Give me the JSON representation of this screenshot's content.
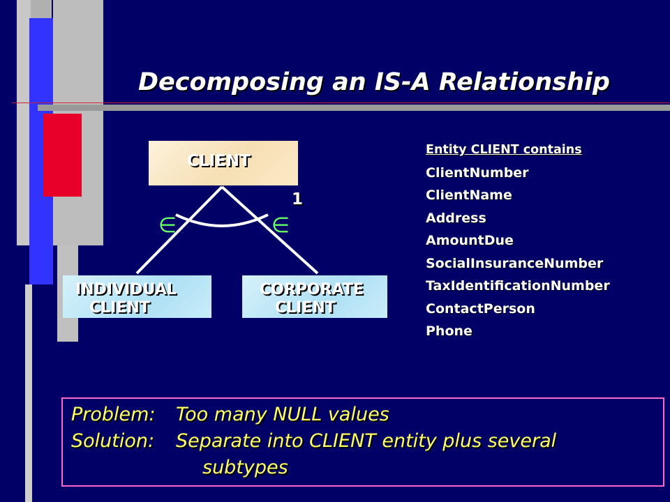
{
  "slide": {
    "title": "Decomposing an IS-A Relationship"
  },
  "diagram": {
    "supertype": "CLIENT",
    "subtypes": [
      {
        "line1": "INDIVIDUAL",
        "line2": "CLIENT"
      },
      {
        "line1": "CORPORATE",
        "line2": "CLIENT"
      }
    ],
    "cardinality": "1",
    "membership_symbol": "∈"
  },
  "attributes": {
    "heading": "Entity CLIENT contains",
    "items": [
      "ClientNumber",
      "ClientName",
      "Address",
      "AmountDue",
      "SocialInsuranceNumber",
      "TaxIdentificationNumber",
      "ContactPerson",
      "Phone"
    ]
  },
  "note": {
    "problem_label": "Problem:",
    "problem_text": "Too many NULL values",
    "solution_label": "Solution:",
    "solution_text": "Separate into CLIENT entity plus several",
    "solution_cont": "subtypes"
  },
  "colors": {
    "background": "#000066",
    "note_text": "#ffff66",
    "note_border": "#ff66cc",
    "accent_red": "#e8002a",
    "accent_blue": "#3333ff"
  }
}
